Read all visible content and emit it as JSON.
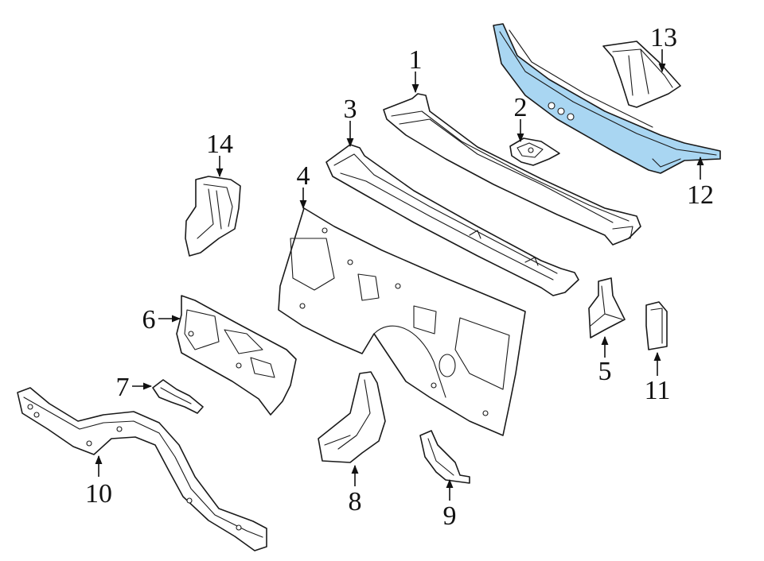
{
  "diagram": {
    "callouts": [
      {
        "id": "1",
        "label": "1"
      },
      {
        "id": "2",
        "label": "2"
      },
      {
        "id": "3",
        "label": "3"
      },
      {
        "id": "4",
        "label": "4"
      },
      {
        "id": "5",
        "label": "5"
      },
      {
        "id": "6",
        "label": "6"
      },
      {
        "id": "7",
        "label": "7"
      },
      {
        "id": "8",
        "label": "8"
      },
      {
        "id": "9",
        "label": "9"
      },
      {
        "id": "10",
        "label": "10"
      },
      {
        "id": "11",
        "label": "11"
      },
      {
        "id": "12",
        "label": "12"
      },
      {
        "id": "13",
        "label": "13"
      },
      {
        "id": "14",
        "label": "14"
      }
    ],
    "highlighted_part": "12",
    "colors": {
      "highlight": "#a9d6f2",
      "line": "#1a1a1a",
      "background": "#ffffff"
    }
  }
}
